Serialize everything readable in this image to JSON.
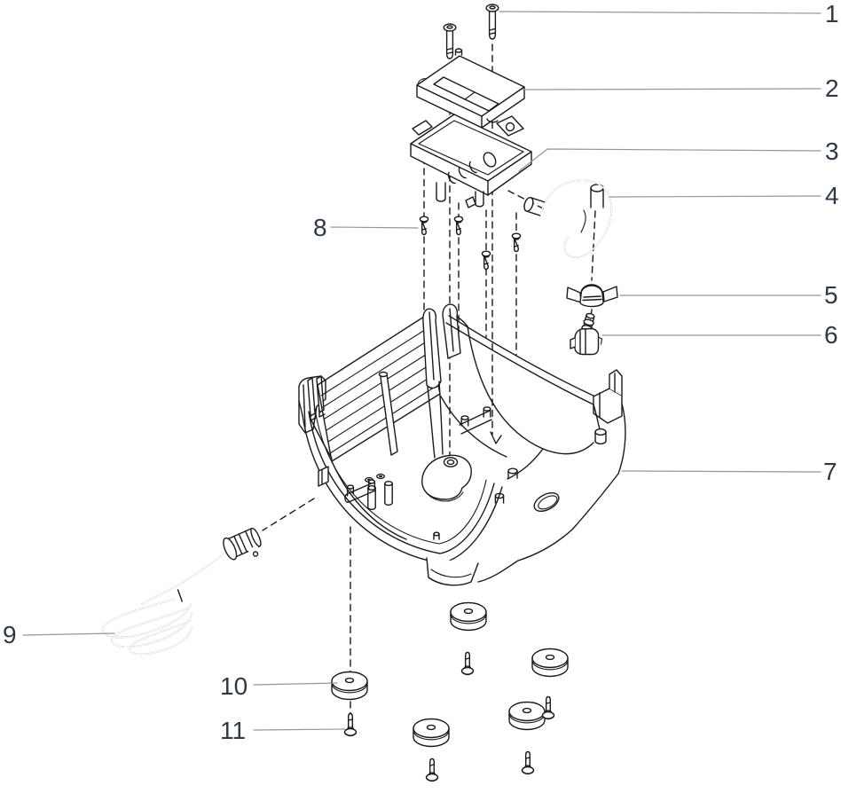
{
  "diagram": {
    "type": "exploded-parts-diagram",
    "background_color": "#ffffff",
    "linework_color": "#1a1a1a",
    "leader_line_color": "#949698",
    "callout_text_color": "#2d3a45",
    "callouts": [
      {
        "id": 1,
        "label": "1"
      },
      {
        "id": 2,
        "label": "2"
      },
      {
        "id": 3,
        "label": "3"
      },
      {
        "id": 4,
        "label": "4"
      },
      {
        "id": 5,
        "label": "5"
      },
      {
        "id": 6,
        "label": "6"
      },
      {
        "id": 7,
        "label": "7"
      },
      {
        "id": 8,
        "label": "8"
      },
      {
        "id": 9,
        "label": "9"
      },
      {
        "id": 10,
        "label": "10"
      },
      {
        "id": 11,
        "label": "11"
      }
    ]
  }
}
